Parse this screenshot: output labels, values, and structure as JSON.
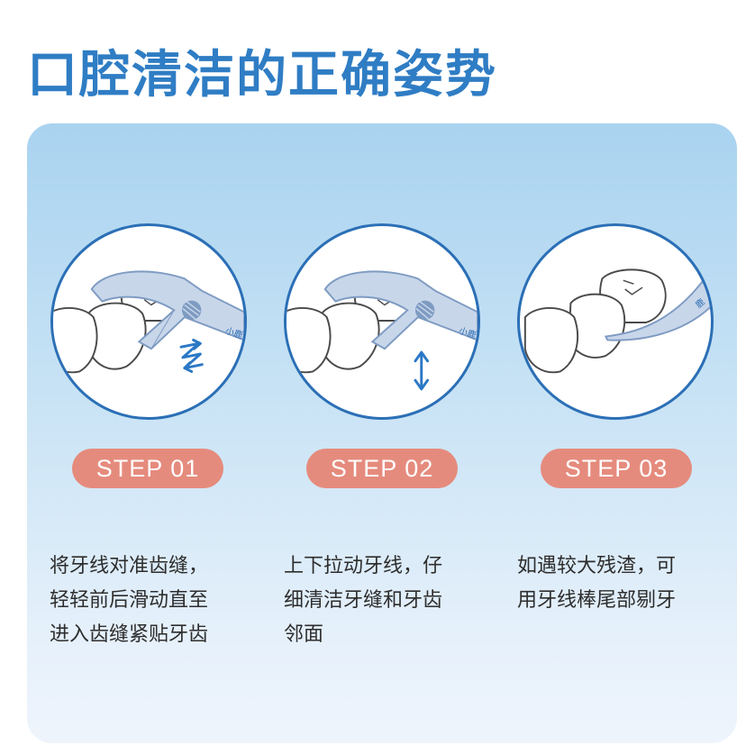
{
  "title": "口腔清洁的正确姿势",
  "colors": {
    "title": "#2f7dc4",
    "badge": "#e58b7d",
    "circle_border": "#2b6fb6",
    "panel_top": "#a9d3f0",
    "panel_bottom": "#eef4fc"
  },
  "steps": [
    {
      "label": "STEP 01",
      "text_lines": [
        "将牙线对准齿缝，",
        "轻轻前后滑动直至",
        "进入齿缝紧贴牙齿"
      ],
      "icon": "zigzag-arrow-icon",
      "brand_mark": "小鹿"
    },
    {
      "label": "STEP 02",
      "text_lines": [
        "上下拉动牙线，仔",
        "细清洁牙缝和牙齿",
        "邻面"
      ],
      "icon": "vertical-double-arrow-icon",
      "brand_mark": "小鹿"
    },
    {
      "label": "STEP 03",
      "text_lines": [
        "如遇较大残渣，可",
        "用牙线棒尾部剔牙"
      ],
      "icon": "pick-tail-icon",
      "brand_mark": "鹿"
    }
  ]
}
